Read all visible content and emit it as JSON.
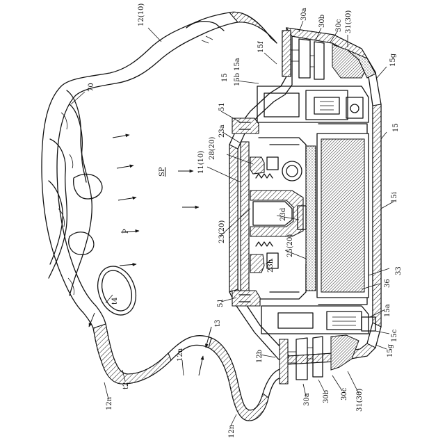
{
  "labels": {
    "l_12_10": "12(10)",
    "l_30a_top": "30a",
    "l_30b_top": "30b",
    "l_30c_top": "30c",
    "l_31_30_top": "31(30)",
    "l_15f": "15f",
    "l_15": "15",
    "l_15b": "15b",
    "l_15a_top": "15a",
    "l_15g_top": "15g",
    "l_70": "70",
    "l_51_top": "51",
    "l_23a": "23a",
    "l_28_20": "28(20)",
    "l_15_right": "15",
    "l_11_10": "11(10)",
    "l_sp": "SP",
    "l_15i": "15i",
    "l_p": "P",
    "l_23_20": "23(20)",
    "l_23d": "23d",
    "l_25_20": "25(20)",
    "l_23h": "23h",
    "l_33": "33",
    "l_36": "36",
    "l_51_bottom": "51",
    "l_t4": "t4",
    "l_15a_bottom": "15a",
    "l_15c": "15c",
    "l_15g_bottom": "15g",
    "l_12b": "12b",
    "l_t3": "t3",
    "l_12n_mid": "12n",
    "l_t2": "t2",
    "l_30a_bottom": "30a",
    "l_30b_bottom": "30b",
    "l_30c_bottom": "30c",
    "l_31_30_bottom": "31(30)",
    "l_12n_left": "12n",
    "l_12n_bottom": "12n"
  }
}
